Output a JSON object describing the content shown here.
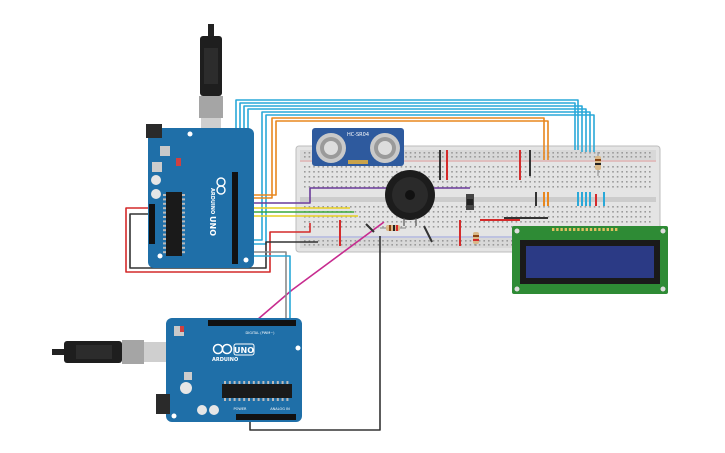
{
  "colors": {
    "board": "#1f6fa8",
    "board_dark": "#155684",
    "breadboard": "#e2e2e2",
    "breadboard_dark": "#bdbdbd",
    "lcd_pcb": "#2e8b35",
    "lcd_screen": "#2b3a85",
    "sensor_blue": "#2e5a9e",
    "wire_cyan": "#29a8d8",
    "wire_orange": "#e8871e",
    "wire_purple": "#6a3a9a",
    "wire_yellow": "#e6cf20",
    "wire_green": "#3aa83a",
    "wire_red": "#d42a2a",
    "wire_black": "#333333",
    "wire_magenta": "#c72c8f",
    "wire_gray": "#8a8a8a"
  },
  "arduino_top": {
    "brand": "ARDUINO",
    "model": "UNO",
    "logo": "infinity-logo",
    "icon": "arduino-board-icon"
  },
  "arduino_bottom": {
    "brand": "ARDUINO",
    "model": "UNO",
    "digital_label": "DIGITAL (PWM~)",
    "power_label": "POWER",
    "analog_label": "ANALOG IN",
    "logo": "infinity-logo",
    "icon": "arduino-board-icon"
  },
  "sensor": {
    "label": "HC-SR04",
    "icon": "ultrasonic-sensor-icon"
  },
  "buzzer": {
    "icon": "piezo-buzzer-icon"
  },
  "lcd": {
    "icon": "lcd-16x2-icon"
  },
  "usb_cables": {
    "icon": "usb-cable-icon"
  }
}
